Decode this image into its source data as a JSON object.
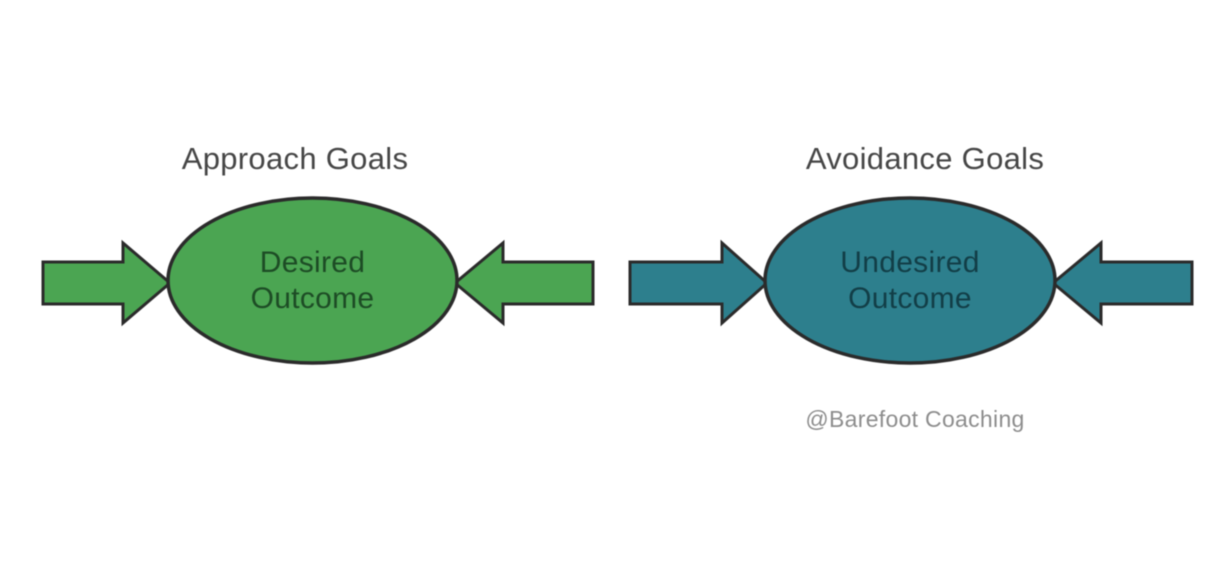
{
  "canvas": {
    "background": "#ffffff"
  },
  "colors": {
    "green": "#4ba552",
    "teal": "#2d7f8d",
    "outline": "#2b2b2b",
    "title_text": "#464646",
    "attribution_text": "#8d8d8d"
  },
  "panels": [
    {
      "title": "Approach Goals",
      "ellipse_label": "Desired\nOutcome",
      "fill": "#4ba552",
      "label_color": "#1d4c25"
    },
    {
      "title": "Avoidance Goals",
      "ellipse_label": "Undesired\nOutcome",
      "fill": "#2d7f8d",
      "label_color": "#123e47"
    }
  ],
  "attribution": "@Barefoot Coaching"
}
